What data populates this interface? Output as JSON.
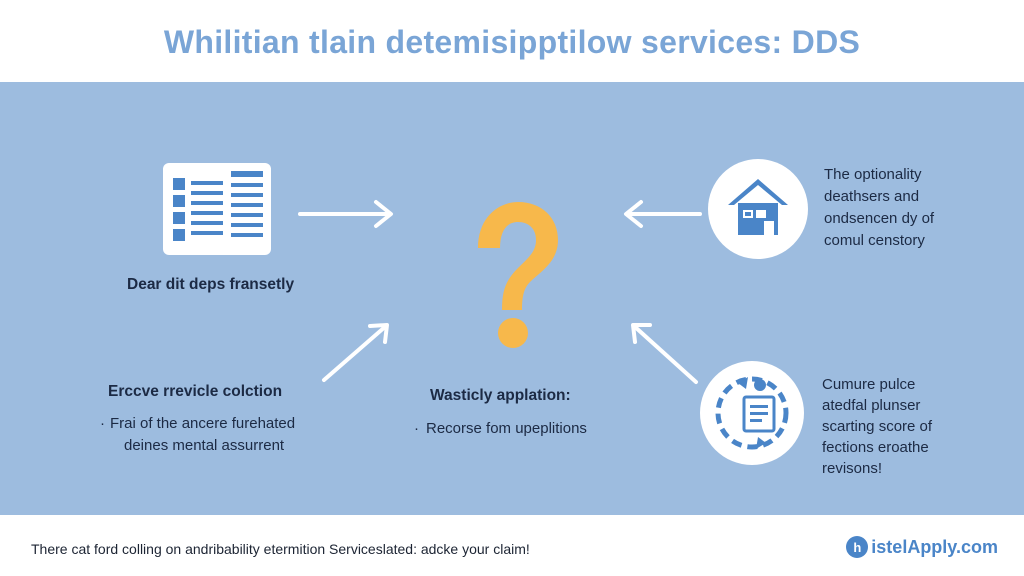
{
  "header": {
    "title": "Whilitian tlain detemisipptilow services: DDS"
  },
  "nodes": {
    "left_top": {
      "label": "Dear dit deps fransetly"
    },
    "right_top": {
      "lines": [
        "The optionality",
        "deathsers and",
        "ondsencen dy of",
        "comul censtory"
      ]
    },
    "left_bottom": {
      "title": "Erccve rrevicle colction",
      "bullet": "·",
      "bullet_lines": [
        "Frai of the ancere furehated",
        "deines mental assurrent"
      ]
    },
    "center_bottom": {
      "title": "Wasticly applation:",
      "bullet": "·",
      "bullet_text": "Recorse fom upeplitions"
    },
    "right_bottom": {
      "lines": [
        "Cumure pulce",
        "atedfal plunser",
        "scarting score of",
        "fections eroathe",
        "revisons!"
      ]
    }
  },
  "center_symbol": "?",
  "footer": {
    "note": "There cat ford colling on andribability etermition Serviceslated: adcke your claim!",
    "brand_logo": "h",
    "brand_text": "istelApply.com"
  },
  "colors": {
    "panel": "#9dbcdf",
    "title": "#7aa5d6",
    "accent_question": "#f7b84b",
    "icon_blue": "#4a85c8",
    "brand": "#4a85c8"
  },
  "icons": [
    "document-list-icon",
    "house-icon",
    "cycle-document-icon",
    "question-mark-icon",
    "arrow-right-icon",
    "arrow-left-icon",
    "arrow-up-right-icon",
    "arrow-up-left-icon"
  ]
}
